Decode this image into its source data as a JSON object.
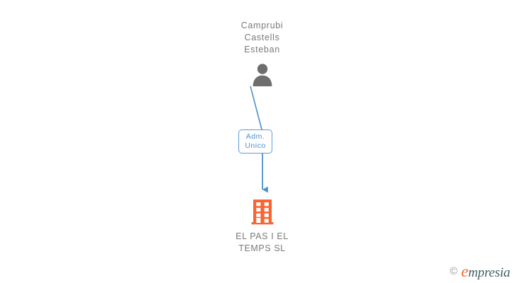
{
  "diagram": {
    "type": "org-relationship-chart",
    "person": {
      "name": "Camprubi\nCastells\nEsteban",
      "icon": "person-icon",
      "icon_color": "#6e6e6e"
    },
    "relation": {
      "line1": "Adm.",
      "line2": "Unico",
      "text_color": "#4a8fd0",
      "border_color": "#5b9bd5"
    },
    "company": {
      "name": "EL PAS I EL\nTEMPS SL",
      "icon": "building-icon",
      "icon_color": "#fa6432"
    },
    "connector_color": "#4a8fd0"
  },
  "watermark": {
    "copyright": "©",
    "brand_first": "e",
    "brand_rest": "mpresia",
    "accent_color": "#f4692b"
  }
}
